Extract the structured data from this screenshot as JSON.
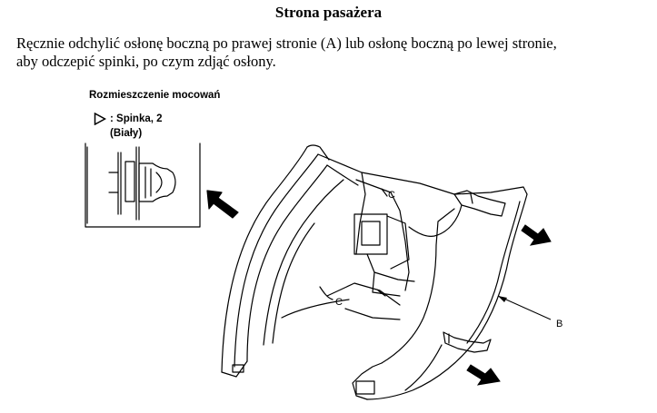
{
  "heading": "Strona pasażera",
  "instruction": {
    "line1": "Ręcznie odchylić osłonę boczną po prawej stronie (A) lub osłonę boczną po lewej stronie,",
    "line2": "aby odczepić spinki, po czym zdjąć osłony."
  },
  "legend": {
    "title": "Rozmieszczenie mocowań",
    "item_line1": ": Spinka, 2",
    "item_line2": "(Biały)"
  },
  "callouts": {
    "c_upper": "C",
    "c_lower": "C",
    "b": "B"
  },
  "icons": {
    "clip_marker": "triangle-outline-icon",
    "removal_arrow": "arrow-icon"
  }
}
